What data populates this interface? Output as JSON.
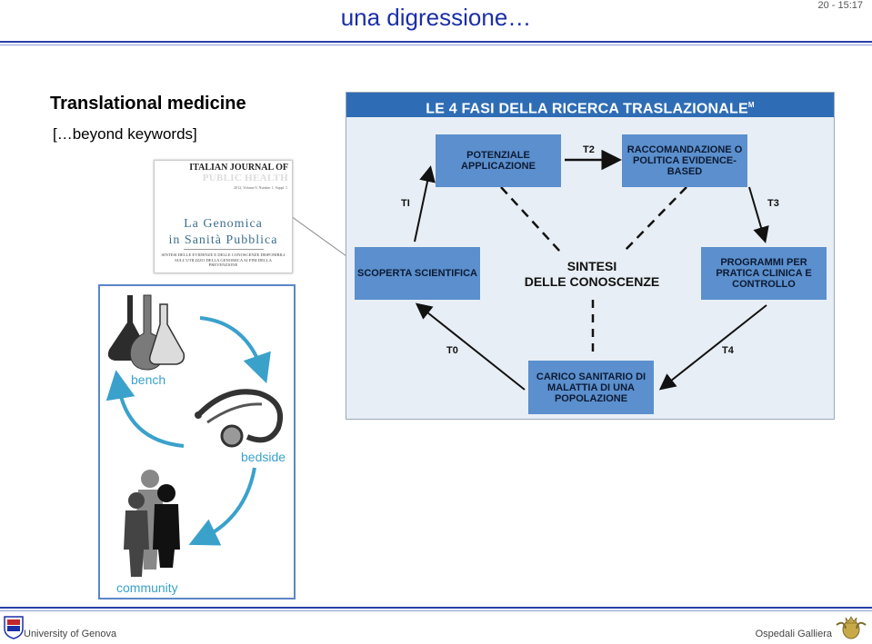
{
  "slide": {
    "title": "una digressione…",
    "number": "20 - 15:17",
    "heading": "Translational medicine",
    "subheading": "[…beyond keywords]"
  },
  "journal_cover": {
    "journal_line1": "ITALIAN JOURNAL OF",
    "journal_line2": "PUBLIC HEALTH",
    "volume": "2012, Volume 9, Number 1, Suppl. 1",
    "title_line1": "La Genomica",
    "title_line2": "in Sanità Pubblica",
    "subtitle": "SINTESI DELLE EVIDENZE E DELLE CONOSCENZE DISPONIBILI SULL'UTILIZZO DELLA GENOMICA AI FINI DELLA PREVENZIONE"
  },
  "cycle_figure": {
    "labels": {
      "bench": "bench",
      "bedside": "bedside",
      "community": "community"
    },
    "accent_color": "#3aa1cb"
  },
  "diagram": {
    "header": "LE 4 FASI DELLA RICERCA TRASLAZIONALE",
    "header_mark": "M",
    "boxes": {
      "potenziale": "POTENZIALE APPLICAZIONE",
      "raccomandazione": "RACCOMANDAZIONE O POLITICA EVIDENCE-BASED",
      "scoperta": "SCOPERTA SCIENTIFICA",
      "programmi": "PROGRAMMI PER PRATICA CLINICA E CONTROLLO",
      "carico": "CARICO SANITARIO DI MALATTIA DI UNA POPOLAZIONE"
    },
    "center_line1": "SINTESI",
    "center_line2": "DELLE CONOSCENZE",
    "phase_labels": {
      "t0": "T0",
      "t1": "TI",
      "t2": "T2",
      "t3": "T3",
      "t4": "T4"
    },
    "colors": {
      "header": "#2e6db5",
      "box": "#5b8fcd",
      "background": "#e8eef5"
    }
  },
  "footer": {
    "left": "University of Genova",
    "right": "Ospedali Galliera"
  }
}
